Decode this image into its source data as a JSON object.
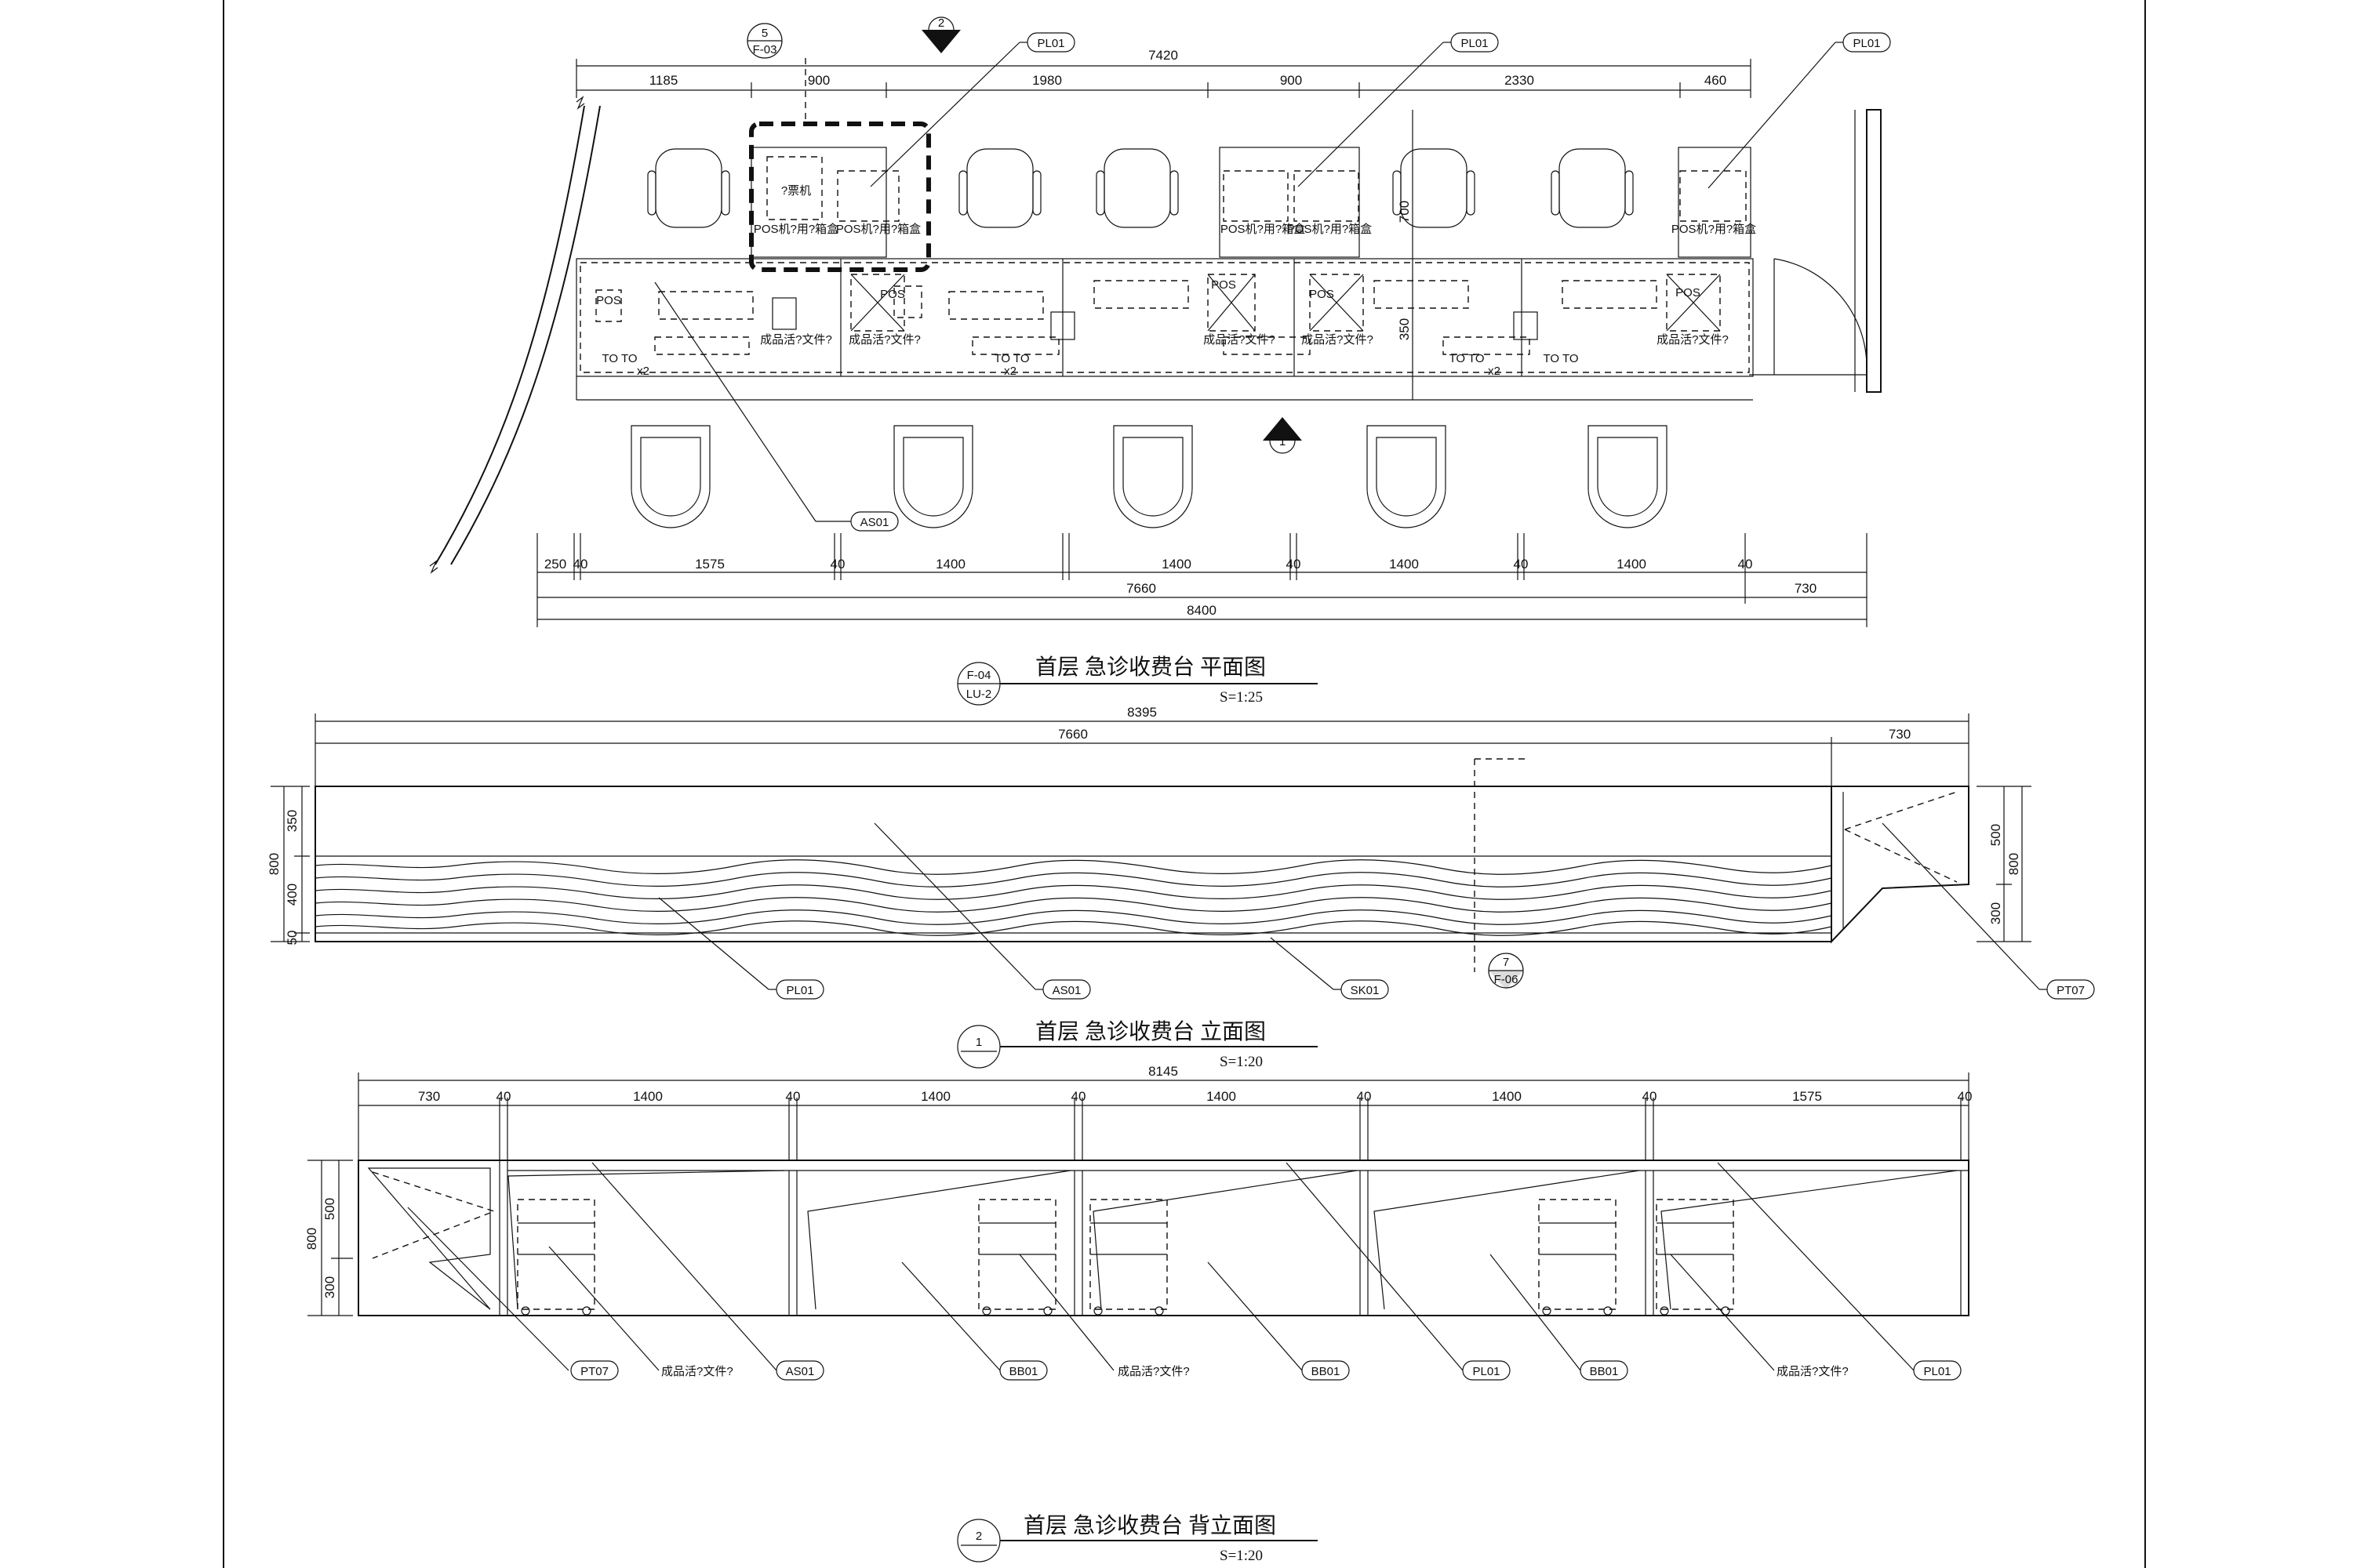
{
  "plan": {
    "title": "首层  急诊收费台   平面图",
    "scale": "S=1:25",
    "ref_top": "F-04",
    "ref_bottom": "LU-2",
    "top_dims": [
      "1185",
      "900",
      "1980",
      "900",
      "2330",
      "460"
    ],
    "top_total": "7420",
    "side_dim_a": "700",
    "side_dim_b": "350",
    "bottom_dims": [
      "250",
      "40",
      "1575",
      "40",
      "1400",
      "1400",
      "40",
      "1400",
      "40",
      "1400",
      "40"
    ],
    "bottom_total_a": "7660",
    "bottom_total_b": "8400",
    "bottom_right": "730",
    "section_tag_top": "2",
    "section_tag_mid": "1",
    "detail_ref_num": "5",
    "detail_ref_sheet": "F-03",
    "labels": {
      "pos": "POS",
      "pos_box": "POS机?用?箱盒",
      "host": "?票机",
      "supplies": "成品活?文件?",
      "small": "x2",
      "socket": "TO TO"
    },
    "tags": {
      "pl": "PL01",
      "as": "AS01"
    }
  },
  "elevation": {
    "title": "首层  急诊收费台    立面图",
    "scale": "S=1:20",
    "num": "1",
    "total": "8395",
    "dim_a": "7660",
    "dim_b": "730",
    "left_dims": [
      "350",
      "400",
      "50"
    ],
    "left_total": "800",
    "right_dims": [
      "500",
      "300"
    ],
    "right_total": "800",
    "tags": [
      "PL01",
      "AS01",
      "SK01",
      "PT07"
    ],
    "section_ref_num": "7",
    "section_ref_sheet": "F-06"
  },
  "back": {
    "title": "首层  急诊收费台    背立面图",
    "scale": "S=1:20",
    "num": "2",
    "total": "8145",
    "dims": [
      "730",
      "40",
      "1400",
      "40",
      "1400",
      "40",
      "1400",
      "40",
      "1400",
      "40",
      "1575",
      "40"
    ],
    "left_dims": [
      "500",
      "300"
    ],
    "left_total": "800",
    "tags": [
      "PT07",
      "成品活?文件?",
      "AS01",
      "BB01",
      "成品活?文件?",
      "BB01",
      "PL01",
      "BB01",
      "成品活?文件?",
      "PL01"
    ]
  }
}
